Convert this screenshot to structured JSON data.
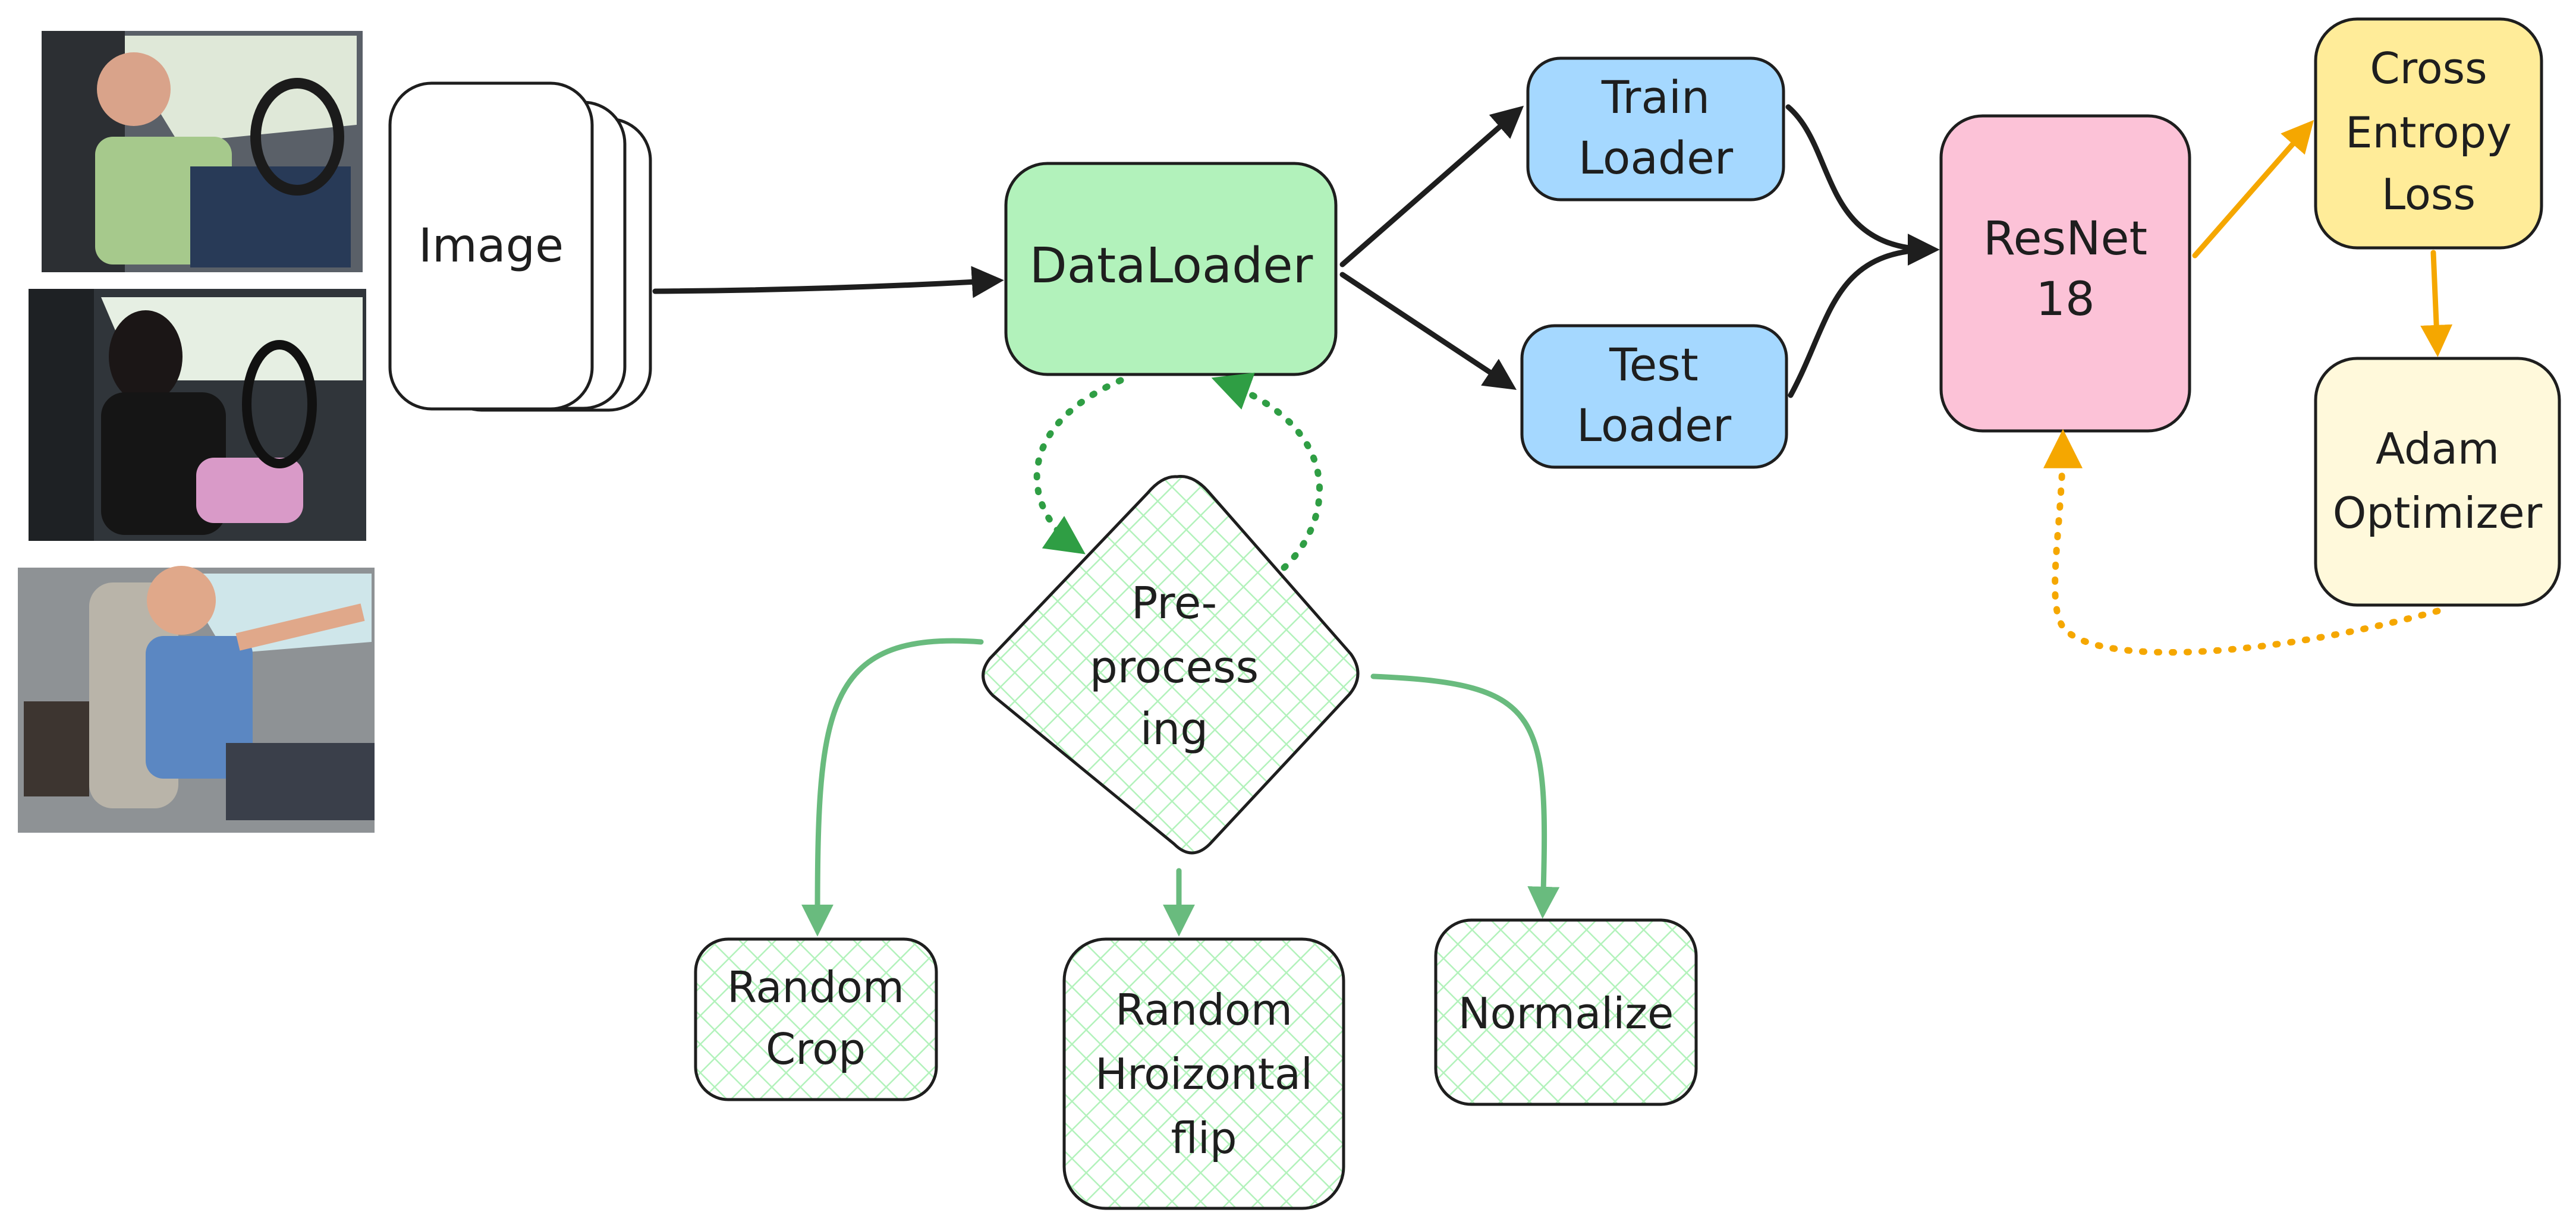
{
  "nodes": {
    "image": {
      "label": "Image"
    },
    "dataloader": {
      "label": "DataLoader",
      "fill": "#b2f2bb"
    },
    "train_loader": {
      "label_lines": [
        "Train",
        "Loader"
      ],
      "fill": "#a5d8ff"
    },
    "test_loader": {
      "label_lines": [
        "Test",
        "Loader"
      ],
      "fill": "#a5d8ff"
    },
    "resnet": {
      "label_lines": [
        "ResNet",
        "18"
      ],
      "fill": "#fcc2d7"
    },
    "cross_entropy": {
      "label_lines": [
        "Cross",
        "Entropy",
        "Loss"
      ],
      "fill": "#ffec99"
    },
    "adam": {
      "label_lines": [
        "Adam",
        "Optimizer"
      ],
      "fill": "#fff9db"
    },
    "preprocessing": {
      "label_lines": [
        "Pre-",
        "process",
        "ing"
      ]
    },
    "random_crop": {
      "label_lines": [
        "Random",
        "Crop"
      ]
    },
    "random_flip": {
      "label_lines": [
        "Random",
        "Hroizontal",
        "flip"
      ]
    },
    "normalize": {
      "label": "Normalize"
    }
  },
  "photos": [
    {
      "name": "driver-photo-drinking"
    },
    {
      "name": "driver-photo-phone"
    },
    {
      "name": "driver-photo-steering"
    }
  ],
  "colors": {
    "stroke": "#1e1e1e",
    "green_arrow": "#2f9e44",
    "light_green_arrow": "#69bb7e",
    "hatch": "#b2f2bb",
    "orange_arrow": "#f5a700"
  }
}
